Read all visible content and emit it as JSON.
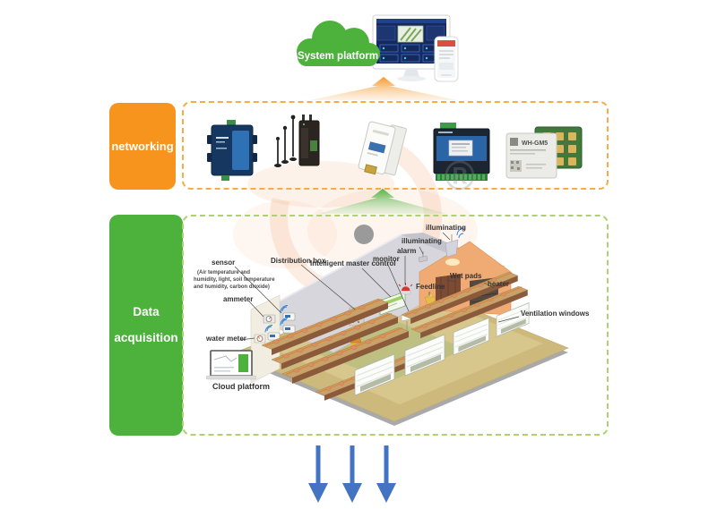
{
  "platform": {
    "cloud_label": "System platform"
  },
  "networking": {
    "label": "networking",
    "module_text": "WH-GM5",
    "devices": [
      "serial-device-server",
      "cellular-router-with-antennas",
      "din-rail-smart-meter",
      "network-io-controller",
      "wh-gm5-cellular-module"
    ]
  },
  "acquisition": {
    "label": "Data acquisition",
    "callouts": {
      "sensor": "sensor",
      "sensor_detail_1": "(Air temperature and",
      "sensor_detail_2": "humidity, light, soil temperature",
      "sensor_detail_3": "and humidity, carbon dioxide)",
      "distribution_box": "Distribution box",
      "intelligent_master_control": "Intelligent master control",
      "monitor": "monitor",
      "alarm": "alarm",
      "illuminating_a": "illuminating",
      "illuminating_b": "illuminating",
      "feedline": "Feedline",
      "wet_pads": "Wet pads",
      "heater": "heater",
      "ventilation_windows": "Ventilation windows",
      "ammeter": "ammeter",
      "water_meter": "water meter",
      "cloud_platform": "Cloud platform"
    }
  },
  "watermark": {
    "registered_mark": "®"
  },
  "colors": {
    "accent_orange": "#f7941e",
    "accent_green": "#4cb23c",
    "arrow_blue": "#4573c4"
  }
}
